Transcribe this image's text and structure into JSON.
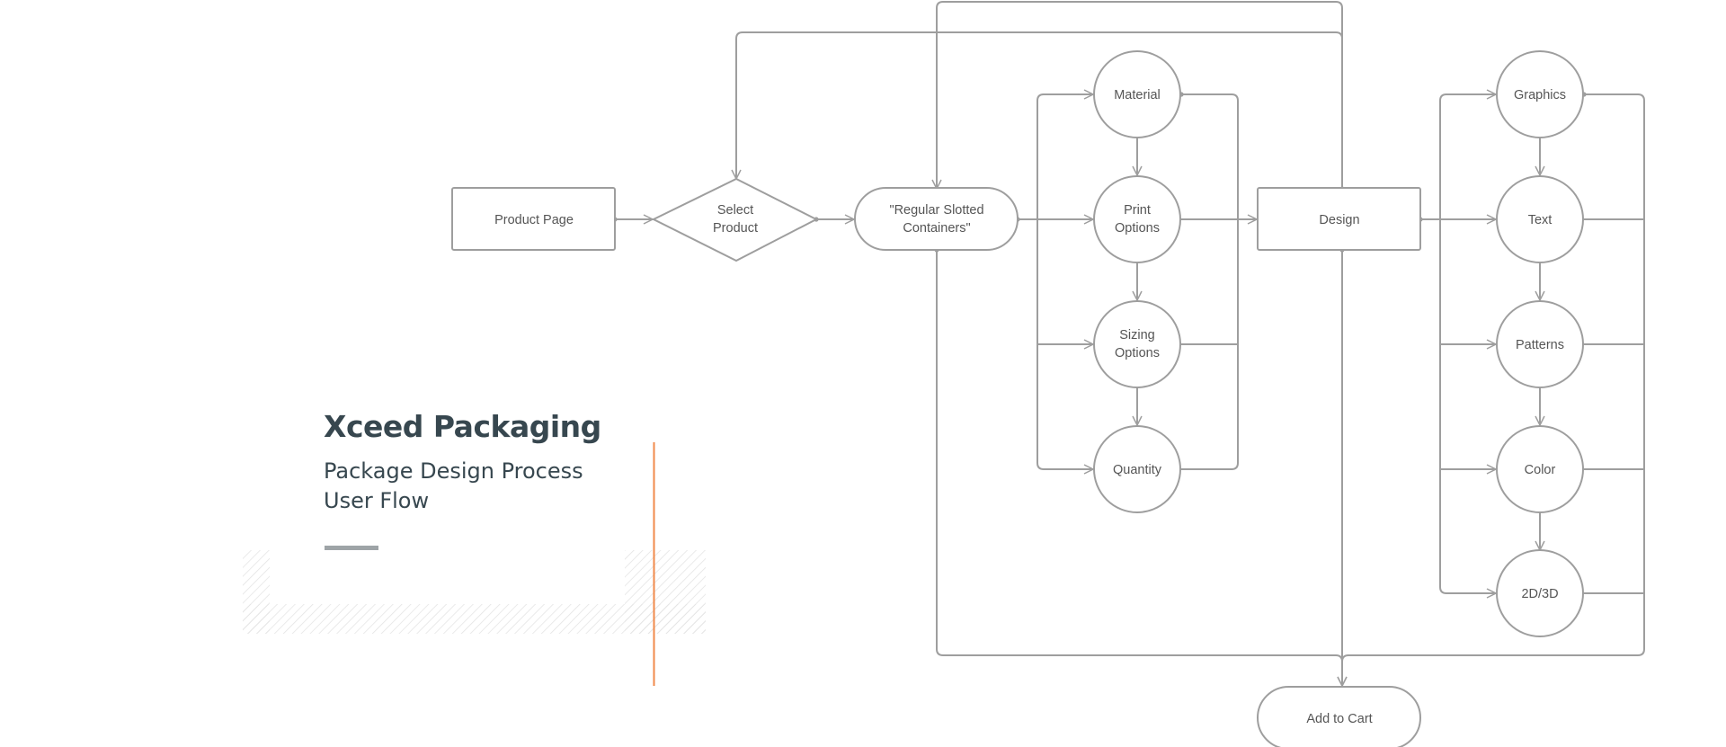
{
  "title": "Xceed Packaging",
  "subtitle_line1": "Package Design Process",
  "subtitle_line2": "User Flow",
  "colors": {
    "stroke": "#9e9e9e",
    "text": "#555555",
    "title": "#37474f",
    "accent_line": "#f08a4b",
    "underline": "#9ea4a7",
    "hatch": "#e3e3e3"
  },
  "nodes": {
    "product_page": "Product Page",
    "select_product_1": "Select",
    "select_product_2": "Product",
    "rsc_1": "\"Regular Slotted",
    "rsc_2": "Containers\"",
    "material": "Material",
    "print_1": "Print",
    "print_2": "Options",
    "sizing_1": "Sizing",
    "sizing_2": "Options",
    "quantity": "Quantity",
    "design": "Design",
    "graphics": "Graphics",
    "text": "Text",
    "patterns": "Patterns",
    "color": "Color",
    "dim": "2D/3D",
    "add_to_cart": "Add to Cart"
  }
}
